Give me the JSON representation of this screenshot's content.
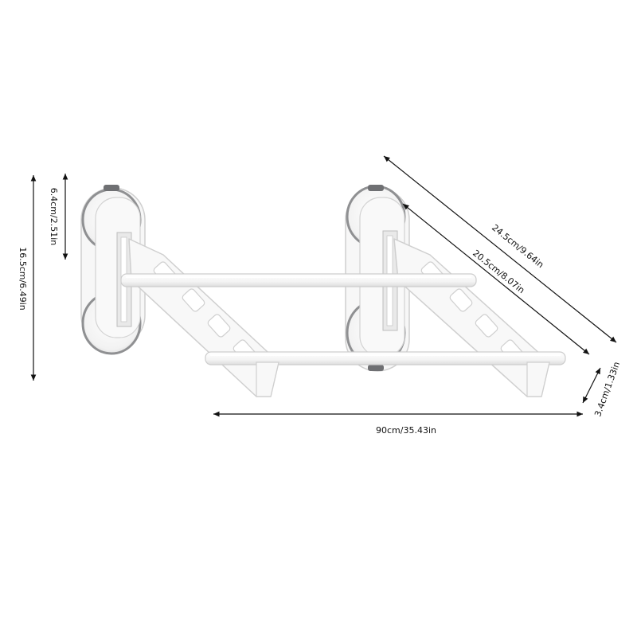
{
  "dimensions": {
    "suction_height": "6.4cm/2.51in",
    "total_height": "16.5cm/6.49in",
    "total_length": "90cm/35.43in",
    "arm_long": "24.5cm/9.64in",
    "arm_short": "20.5cm/8.07in",
    "gap": "3.4cm/1.33in"
  },
  "colors": {
    "body": "#f7f7f7",
    "outline": "#cfcfcf",
    "suction_rim": "#8f9092",
    "line": "#111111"
  }
}
